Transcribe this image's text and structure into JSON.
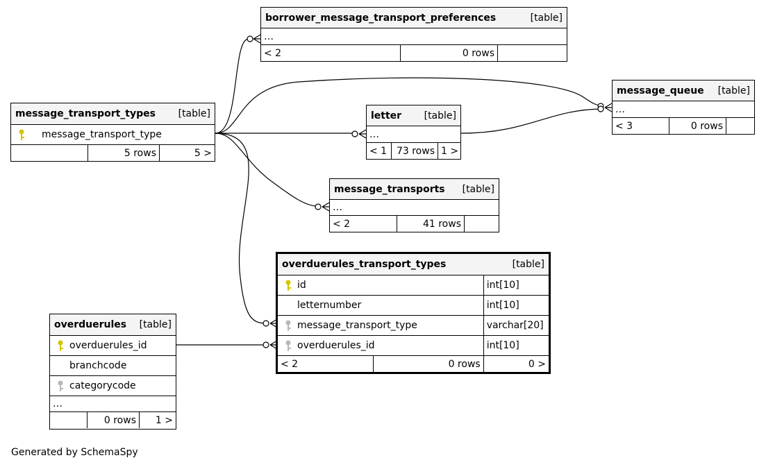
{
  "colors": {
    "primary_key": "#d4c400",
    "foreign_key": "#b8b8b8",
    "header_bg": "#f4f4f4"
  },
  "tables": {
    "borrower_message_transport_preferences": {
      "name": "borrower_message_transport_preferences",
      "kind": "[table]",
      "ellipsis": "…",
      "parents": "< 2",
      "rows": "0 rows",
      "children": ""
    },
    "message_queue": {
      "name": "message_queue",
      "kind": "[table]",
      "ellipsis": "…",
      "parents": "< 3",
      "rows": "0 rows",
      "children": ""
    },
    "message_transport_types": {
      "name": "message_transport_types",
      "kind": "[table]",
      "column": "message_transport_type",
      "parents": "",
      "rows": "5 rows",
      "children": "5 >"
    },
    "letter": {
      "name": "letter",
      "kind": "[table]",
      "ellipsis": "…",
      "parents": "< 1",
      "rows": "73 rows",
      "children": "1 >"
    },
    "message_transports": {
      "name": "message_transports",
      "kind": "[table]",
      "ellipsis": "…",
      "parents": "< 2",
      "rows": "41 rows",
      "children": ""
    },
    "overduerules_transport_types": {
      "name": "overduerules_transport_types",
      "kind": "[table]",
      "columns": [
        {
          "name": "id",
          "type": "int[10]"
        },
        {
          "name": "letternumber",
          "type": "int[10]"
        },
        {
          "name": "message_transport_type",
          "type": "varchar[20]"
        },
        {
          "name": "overduerules_id",
          "type": "int[10]"
        }
      ],
      "parents": "< 2",
      "rows": "0 rows",
      "children": "0 >"
    },
    "overduerules": {
      "name": "overduerules",
      "kind": "[table]",
      "columns": [
        "overduerules_id",
        "branchcode",
        "categorycode"
      ],
      "ellipsis": "…",
      "parents": "",
      "rows": "0 rows",
      "children": "1 >"
    }
  },
  "footer": "Generated by SchemaSpy"
}
